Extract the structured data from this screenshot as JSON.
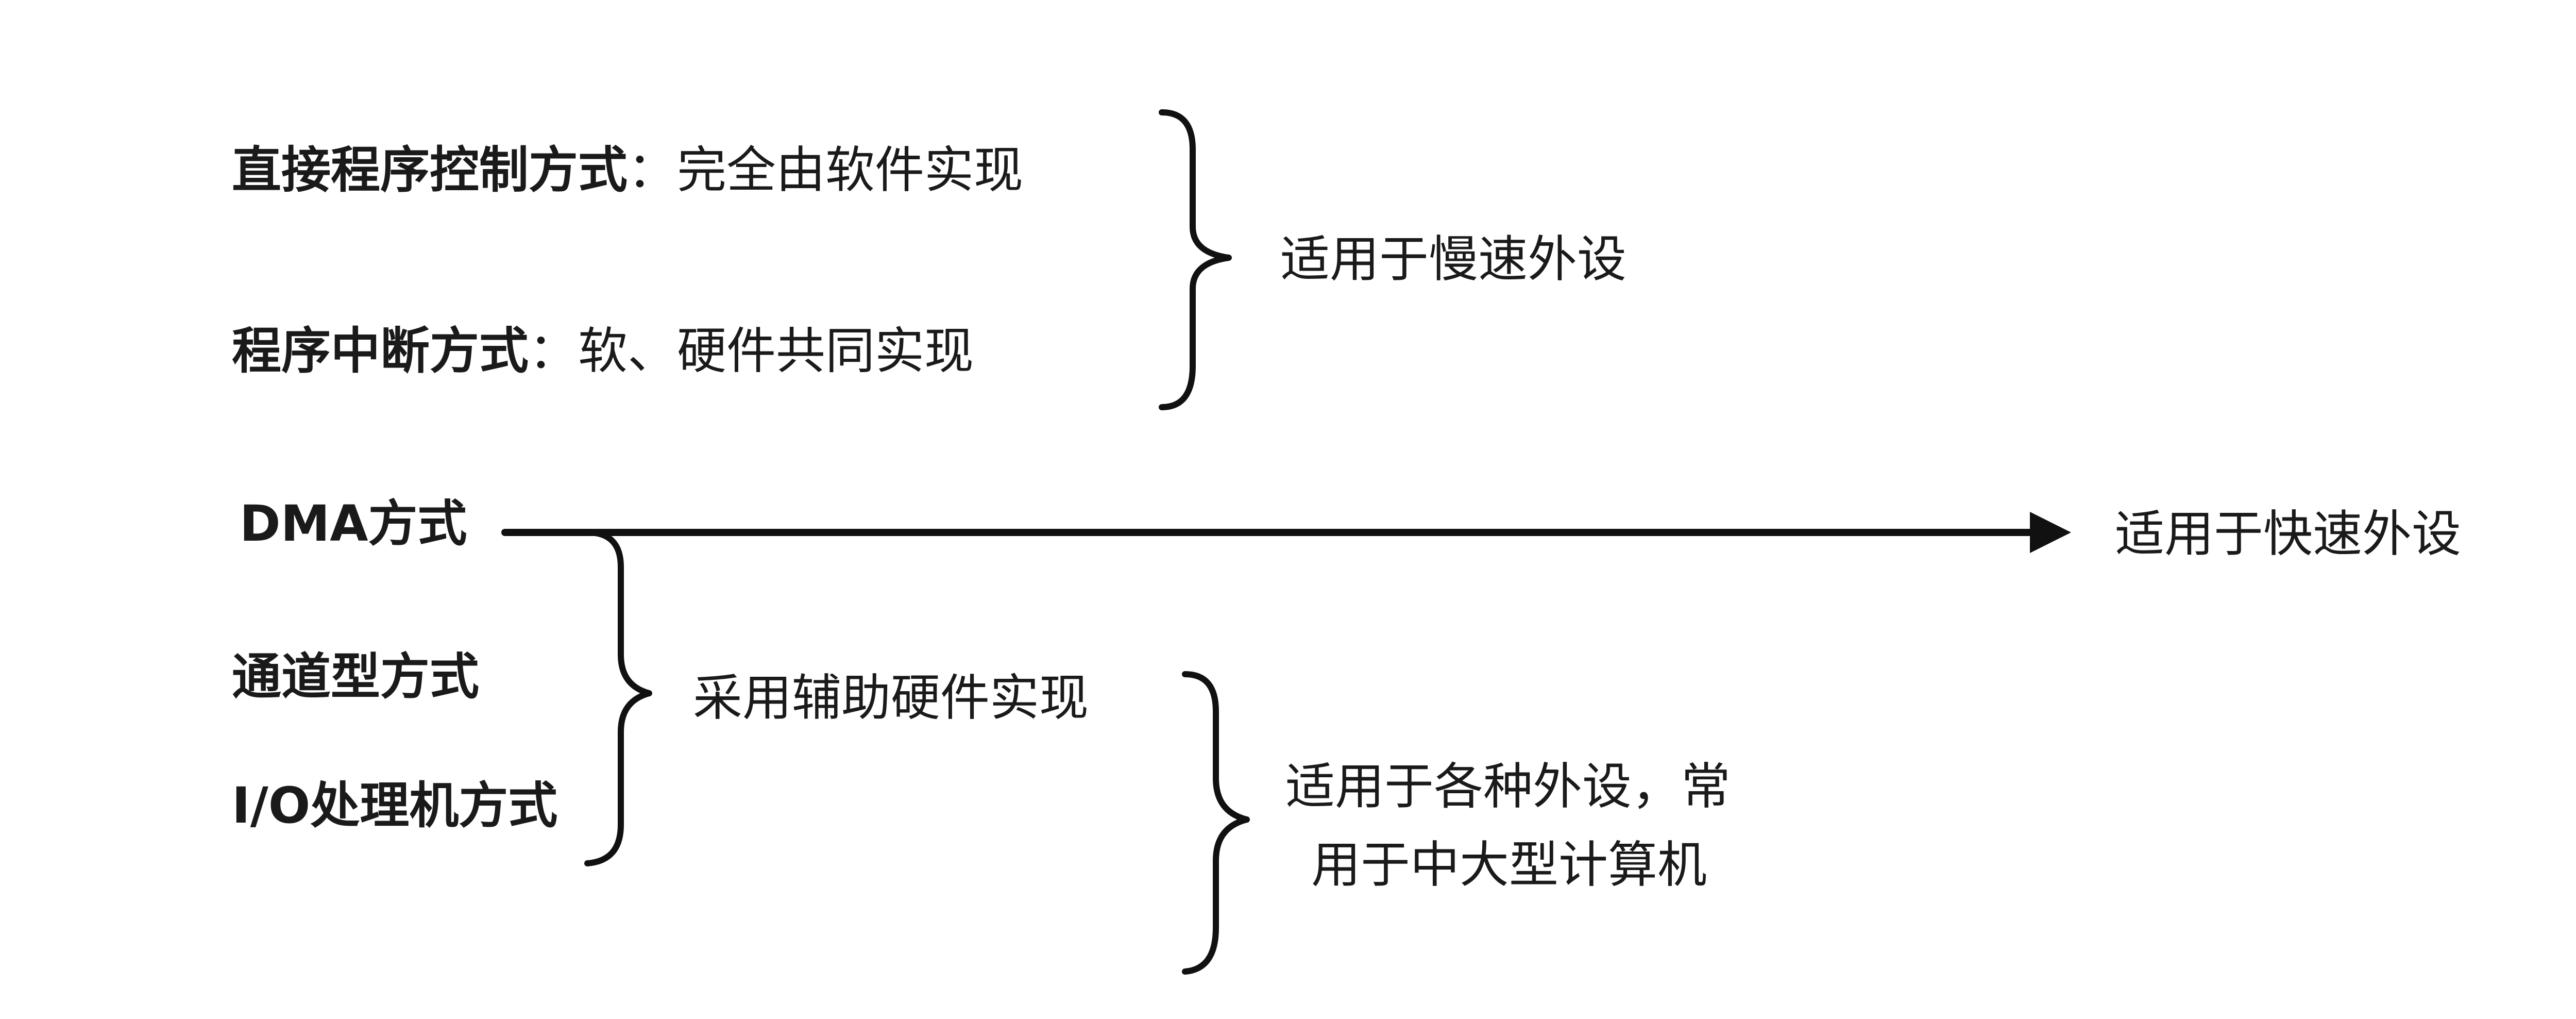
{
  "methods": {
    "direct": {
      "name": "直接程序控制方式",
      "sep": "：",
      "desc": "完全由软件实现"
    },
    "interrupt": {
      "name": "程序中断方式",
      "sep": "：",
      "desc": "软、硬件共同实现"
    },
    "dma": {
      "name": "DMA方式"
    },
    "channel": {
      "name": "通道型方式"
    },
    "io_processor": {
      "name": "I/O处理机方式"
    }
  },
  "notes": {
    "slow_devices": "适用于慢速外设",
    "fast_devices": "适用于快速外设",
    "aux_hardware": "采用辅助硬件实现",
    "all_devices_line1": "适用于各种外设，常",
    "all_devices_line2": "用于中大型计算机"
  },
  "style": {
    "text_color": "#1a1a1a",
    "line_color": "#111111",
    "background": "#ffffff"
  }
}
